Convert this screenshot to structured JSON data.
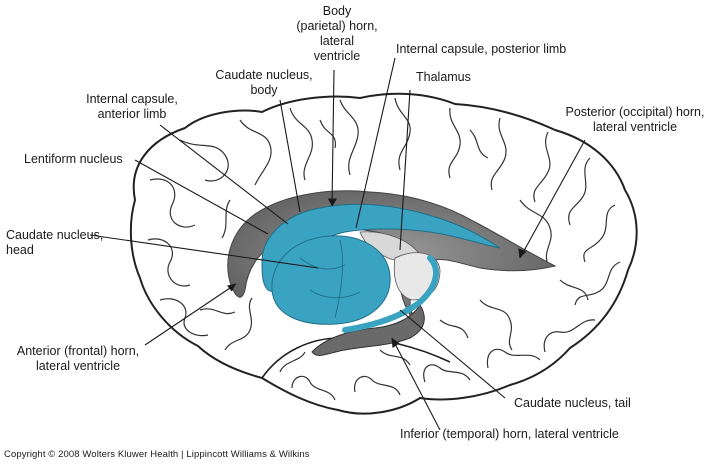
{
  "labels": {
    "body_horn": "Body\n(parietal) horn,\nlateral\nventricle",
    "internal_capsule_posterior": "Internal capsule, posterior limb",
    "caudate_body": "Caudate nucleus,\nbody",
    "thalamus": "Thalamus",
    "internal_capsule_anterior": "Internal capsule,\nanterior limb",
    "posterior_horn": "Posterior (occipital)  horn,\nlateral ventricle",
    "lentiform": "Lentiform nucleus",
    "caudate_head": "Caudate nucleus,\nhead",
    "anterior_horn": "Anterior (frontal)  horn,\nlateral  ventricle",
    "caudate_tail": "Caudate nucleus, tail",
    "inferior_horn": "Inferior (temporal) horn, lateral ventricle"
  },
  "copyright": "Copyright © 2008 Wolters Kluwer Health | Lippincott Williams & Wilkins",
  "colors": {
    "caudate": "#3ba3c2",
    "caudate_dark": "#2a8aa8",
    "ventricle": "#6e6e6e",
    "line": "#1a1a1a"
  }
}
